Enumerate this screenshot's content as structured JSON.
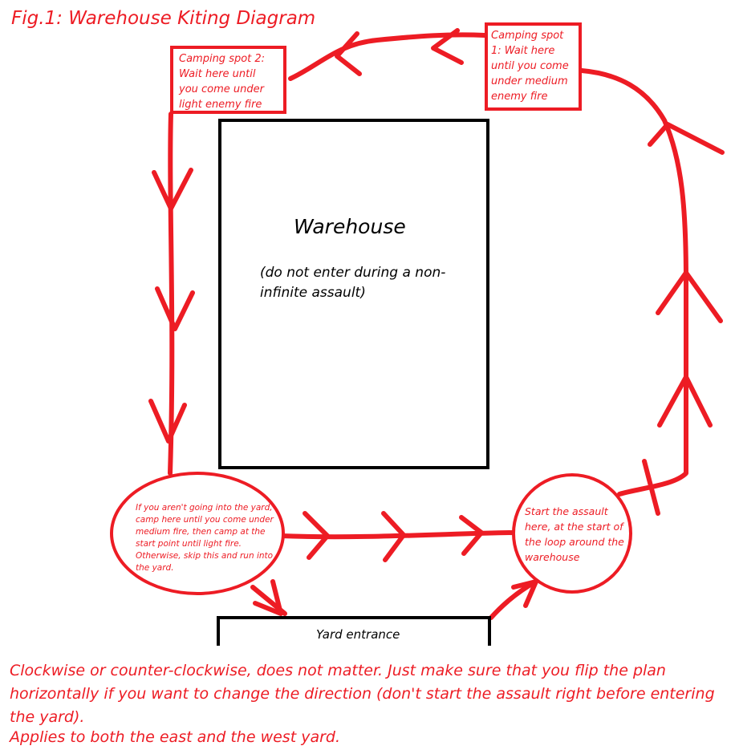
{
  "title": "Fig.1: Warehouse Kiting Diagram",
  "warehouse": {
    "label": "Warehouse",
    "note": "(do not enter during a non-infinite assault)"
  },
  "camp1": "Camping spot 1: Wait here until you come under medium enemy fire",
  "camp2": "Camping spot 2: Wait here until you come under light enemy fire",
  "start": "Start the assault here, at the start of the loop around the warehouse",
  "yard_camp": "If you aren't going into the yard, camp here until you come under medium fire, then camp at the start point until light fire. Otherwise, skip this and run into the yard.",
  "yard_entrance": "Yard entrance",
  "footer": [
    "Clockwise or counter-clockwise, does not matter. Just make sure that you flip the plan horizontally if you want to change the direction (don't start the assault right before entering the yard).",
    "Applies to both the east and the west yard."
  ],
  "colors": {
    "accent": "#ed1c24",
    "ink": "#000000"
  }
}
